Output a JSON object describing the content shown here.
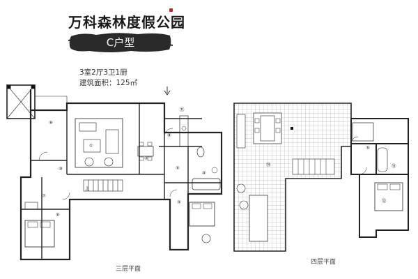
{
  "header": {
    "project_name": "万科森林度假公园",
    "unit_type": "C户型",
    "layout": "3室2厅3卫1厨",
    "area": "建筑面积：125㎡"
  },
  "floors": [
    {
      "caption": "三层平面",
      "room_numbers": [
        "①",
        "②",
        "③",
        "④",
        "⑤",
        "⑥",
        "⑦",
        "⑧",
        "⑨",
        "⑩",
        "⑪"
      ],
      "stair_label": "上"
    },
    {
      "caption": "四层平面",
      "room_numbers": [
        "⑤",
        "⑫",
        "⑬",
        "⑭"
      ]
    }
  ],
  "colors": {
    "ink": "#1a1a1a",
    "wall": "#222222",
    "brush": "#2a2a2a",
    "seal": "#c0282a"
  }
}
